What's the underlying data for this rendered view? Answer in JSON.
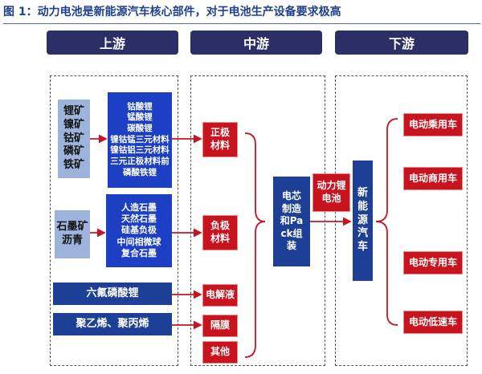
{
  "title": "图 1：动力电池是新能源汽车核心部件，对于电池生产设备要求极高",
  "headers": {
    "upstream": "上游",
    "midstream": "中游",
    "downstream": "下游"
  },
  "upstream": {
    "ores": [
      "锂矿",
      "镍矿",
      "钴矿",
      "磷矿",
      "铁矿"
    ],
    "cathode_materials": [
      "钴酸锂",
      "锰酸锂",
      "碳酸锂",
      "镍钴锰三元材料",
      "镍钴铝三元材料",
      "三元正极材料前",
      "磷酸铁锂"
    ],
    "graphite_sources": [
      "石墨矿",
      "沥青"
    ],
    "anode_materials": [
      "人造石墨",
      "天然石墨",
      "硅基负极",
      "中间相微球",
      "复合石墨"
    ],
    "electrolyte_source": "六氟磷酸锂",
    "separator_source": "聚乙烯、聚丙烯"
  },
  "midstream": {
    "cathode": "正极材料",
    "anode": "负极材料",
    "electrolyte": "电解液",
    "separator": "隔膜",
    "other": "其他",
    "cell_manufacturing": "电芯制造和Pack组装",
    "power_battery": "动力锂电池"
  },
  "downstream": {
    "nev": "新能源汽车",
    "vehicles": [
      "电动乘用车",
      "电动商用车",
      "电动专用车",
      "电动低速车"
    ]
  },
  "colors": {
    "navy": "#2b2f66",
    "blue": "#1c3fc4",
    "red": "#c8141e",
    "light_blue": "#9db3db"
  }
}
